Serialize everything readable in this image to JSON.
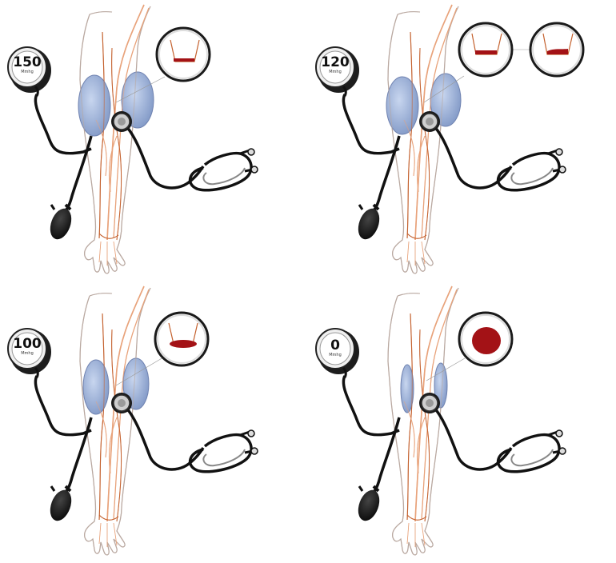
{
  "gauge_unit": "Mmhg",
  "panels": [
    {
      "pressure": "150",
      "vessel_states": [
        "narrow-slit"
      ]
    },
    {
      "pressure": "120",
      "vessel_states": [
        "slit",
        "partial-open"
      ]
    },
    {
      "pressure": "100",
      "vessel_states": [
        "flattened"
      ]
    },
    {
      "pressure": "0",
      "vessel_states": [
        "open-round"
      ]
    }
  ],
  "colors": {
    "cuff": "#98aed6",
    "artery": "#c4612e",
    "vein": "#e8a27a",
    "blood": "#a31216",
    "tube": "#111111",
    "skin_outline": "#b9a8a0"
  }
}
